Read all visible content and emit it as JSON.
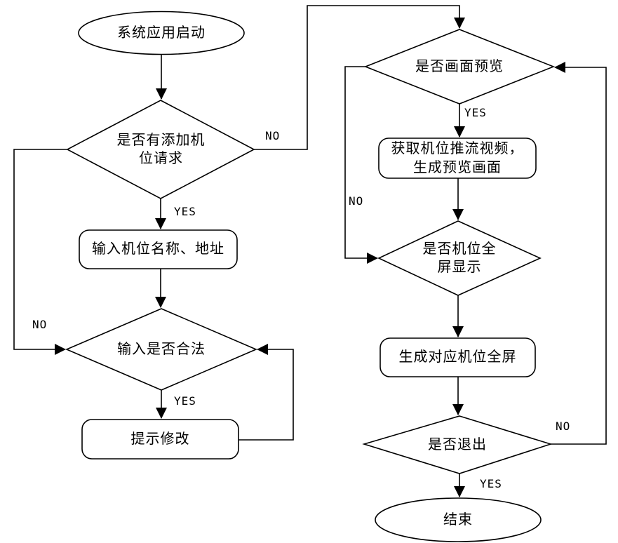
{
  "diagram": {
    "type": "flowchart",
    "background_color": "#ffffff",
    "line_color": "#000000",
    "text_color": "#000000",
    "nodes": {
      "start": {
        "shape": "terminator",
        "label": "系统应用启动"
      },
      "decision_add_request": {
        "shape": "decision",
        "label": "是否有添加机\n位请求"
      },
      "input_camera_info": {
        "shape": "process",
        "label": "输入机位名称、地址"
      },
      "decision_input_valid": {
        "shape": "decision",
        "label": "输入是否合法"
      },
      "prompt_modify": {
        "shape": "process",
        "label": "提示修改"
      },
      "decision_preview": {
        "shape": "decision",
        "label": "是否画面预览"
      },
      "get_stream_video": {
        "shape": "process",
        "label": "获取机位推流视频，\n生成预览画面"
      },
      "decision_fullscreen": {
        "shape": "decision",
        "label": "是否机位全\n屏显示"
      },
      "generate_fullscreen": {
        "shape": "process",
        "label": "生成对应机位全屏"
      },
      "decision_exit": {
        "shape": "decision",
        "label": "是否退出"
      },
      "end": {
        "shape": "terminator",
        "label": "结束"
      }
    },
    "edge_labels": {
      "add_request_yes": "YES",
      "add_request_no": "NO",
      "input_valid_entry_no": "NO",
      "input_valid_yes": "YES",
      "preview_yes": "YES",
      "preview_no": "NO",
      "exit_no": "NO",
      "exit_yes": "YES"
    }
  }
}
